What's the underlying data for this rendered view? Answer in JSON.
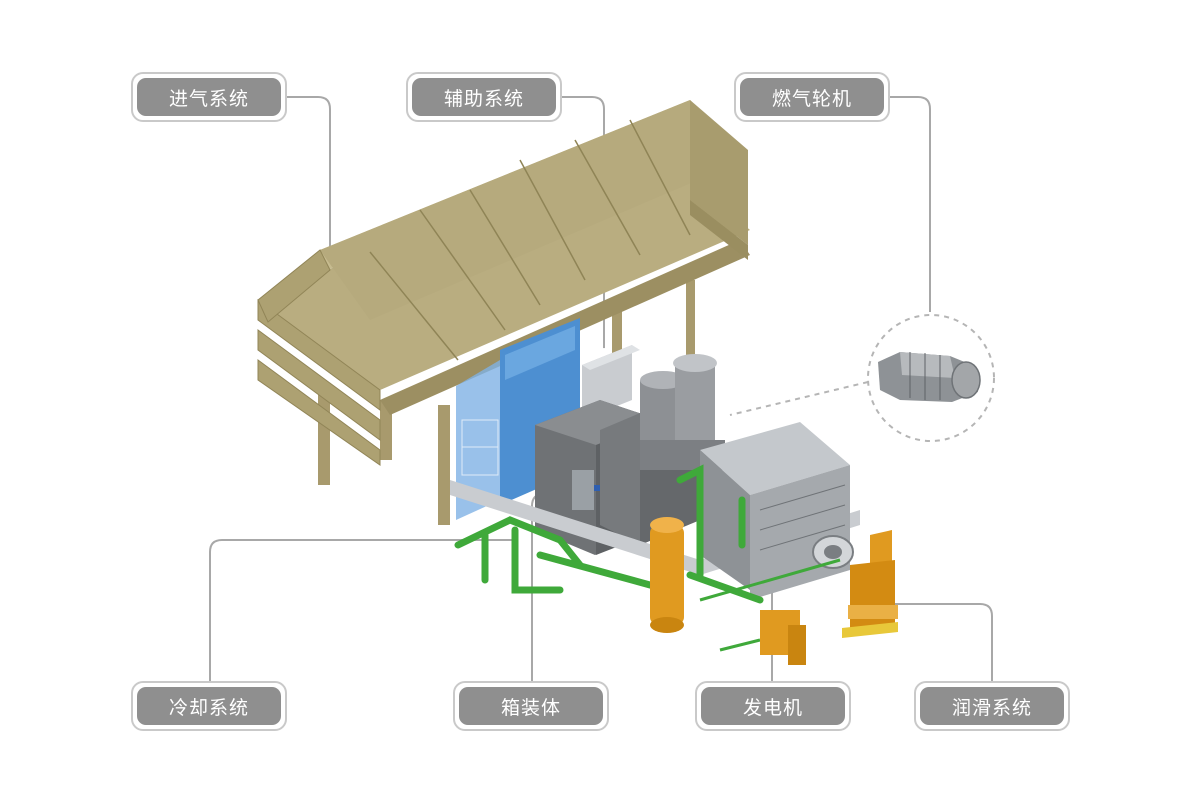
{
  "labels": {
    "intake": "进气系统",
    "auxiliary": "辅助系统",
    "gas_turbine": "燃气轮机",
    "cooling": "冷却系统",
    "enclosure": "箱装体",
    "generator": "发电机",
    "lubrication": "润滑系统"
  },
  "colors": {
    "label_fill": "#8f8f8f",
    "label_border": "#c9c9c9",
    "leader_line": "#a8a8a8",
    "canopy": "#b3a77c",
    "enclosure_grey": "#6f7275",
    "cooling_blue": "#4d8fd1",
    "pipe_green": "#3fa93a",
    "tank_orange": "#e09a20"
  },
  "icons": [
    "gas-turbine-detail-icon"
  ]
}
